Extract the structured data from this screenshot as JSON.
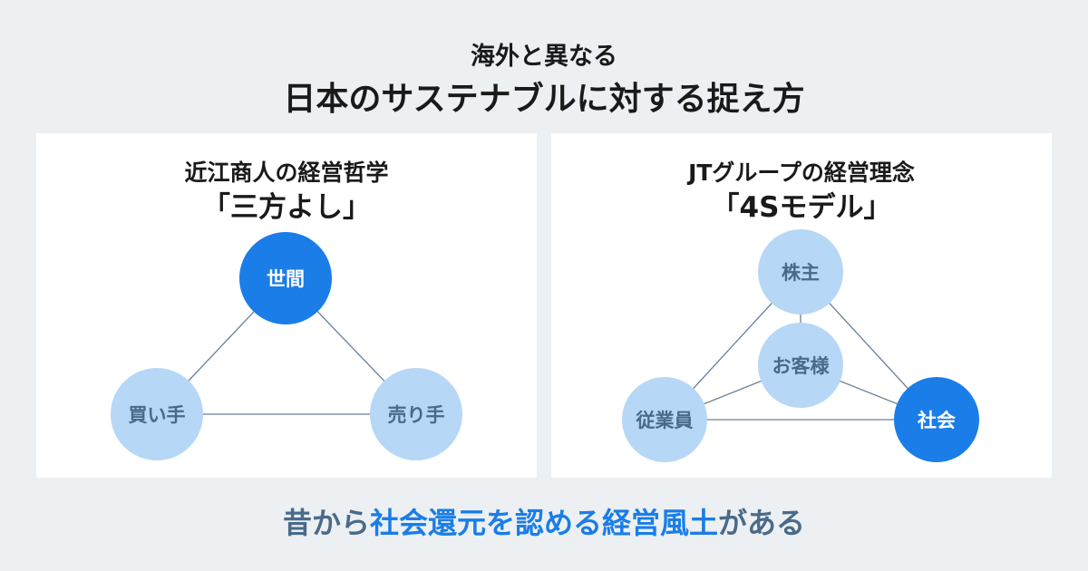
{
  "title": {
    "line1": "海外と異なる",
    "line2": "日本のサステナブルに対する捉え方"
  },
  "left": {
    "title1": "近江商人の経営哲学",
    "title2": "「三方よし」",
    "nodes": [
      "世間",
      "買い手",
      "売り手"
    ]
  },
  "right": {
    "title1": "JTグループの経営理念",
    "title2": "「4Sモデル」",
    "nodes": [
      "株主",
      "お客様",
      "従業員",
      "社会"
    ]
  },
  "footer": {
    "pre": "昔から",
    "highlight": "社会還元を認める経営風土",
    "post": "がある"
  },
  "colors": {
    "background": "#ecf0f2",
    "accent": "#1a7de8",
    "light": "#b7d7f6",
    "textMuted": "#4a6a8a"
  }
}
